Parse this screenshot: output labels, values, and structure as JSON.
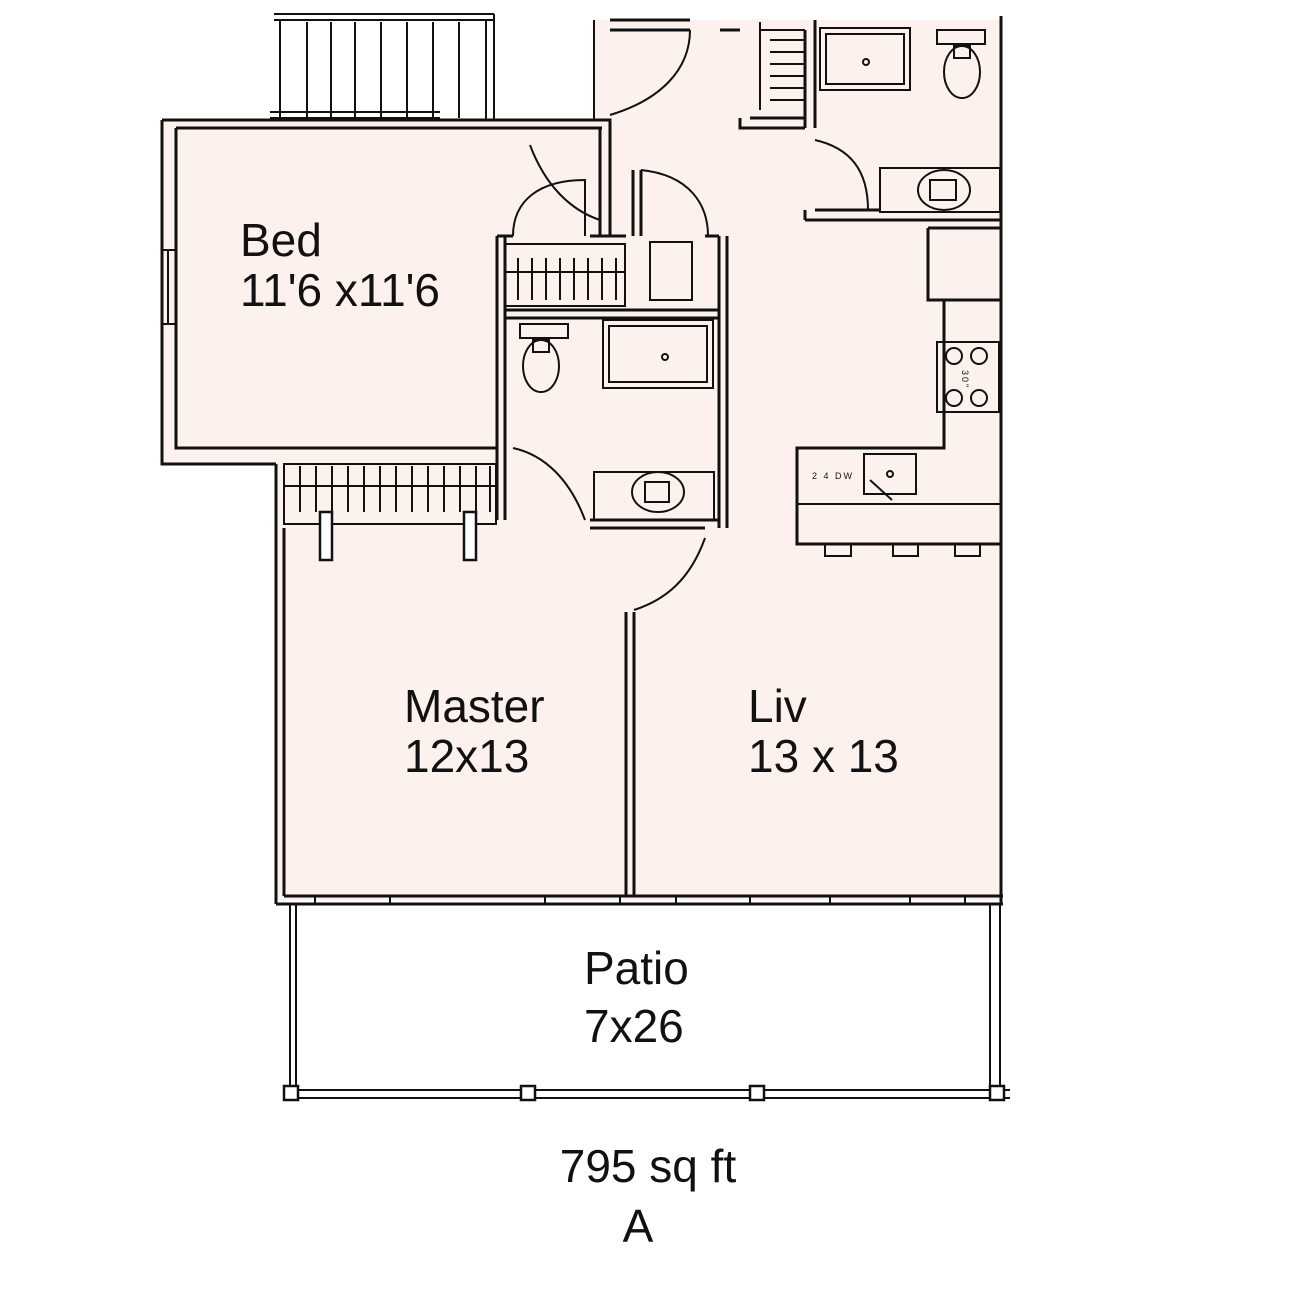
{
  "colors": {
    "floor": "#fcf1ed",
    "wall": "#111111",
    "background": "#ffffff"
  },
  "rooms": {
    "bed": {
      "name": "Bed",
      "dims": "11'6 x11'6"
    },
    "master": {
      "name": "Master",
      "dims": "12x13"
    },
    "liv": {
      "name": "Liv",
      "dims": "13 x 13"
    },
    "patio": {
      "name": "Patio",
      "dims": "7x26"
    }
  },
  "fixtures": {
    "range_label": "30\"",
    "dishwasher_label": "2 4  DW"
  },
  "summary": {
    "area": "795 sq ft",
    "plan_code": "A"
  }
}
